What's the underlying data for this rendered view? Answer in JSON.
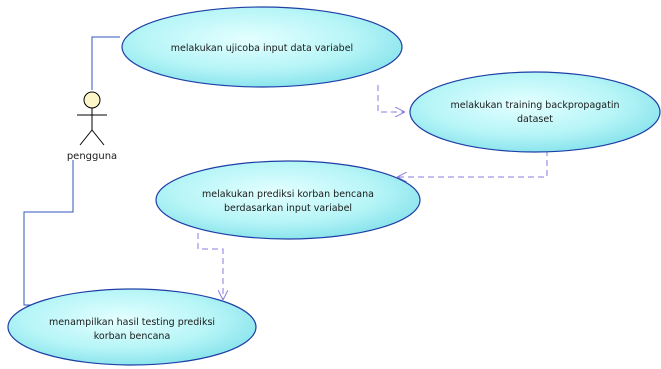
{
  "actor": {
    "label": "pengguna"
  },
  "use_cases": [
    {
      "id": "uc1",
      "lines": [
        "melakukan ujicoba input data variabel"
      ]
    },
    {
      "id": "uc2",
      "lines": [
        "melakukan training backpropagatin",
        "dataset"
      ]
    },
    {
      "id": "uc3",
      "lines": [
        "melakukan prediksi korban bencana",
        "berdasarkan input variabel"
      ]
    },
    {
      "id": "uc4",
      "lines": [
        "menampilkan hasil testing prediksi",
        "korban bencana"
      ]
    }
  ],
  "colors": {
    "ellipse_fill_light": "#d8fdfd",
    "ellipse_fill_dark": "#7fe3ec",
    "ellipse_stroke": "#1f3fa6",
    "association_line": "#2f58b8",
    "dependency_line": "#8a7de0",
    "actor_head_fill": "#fdf6c8",
    "actor_stroke": "#000000"
  }
}
